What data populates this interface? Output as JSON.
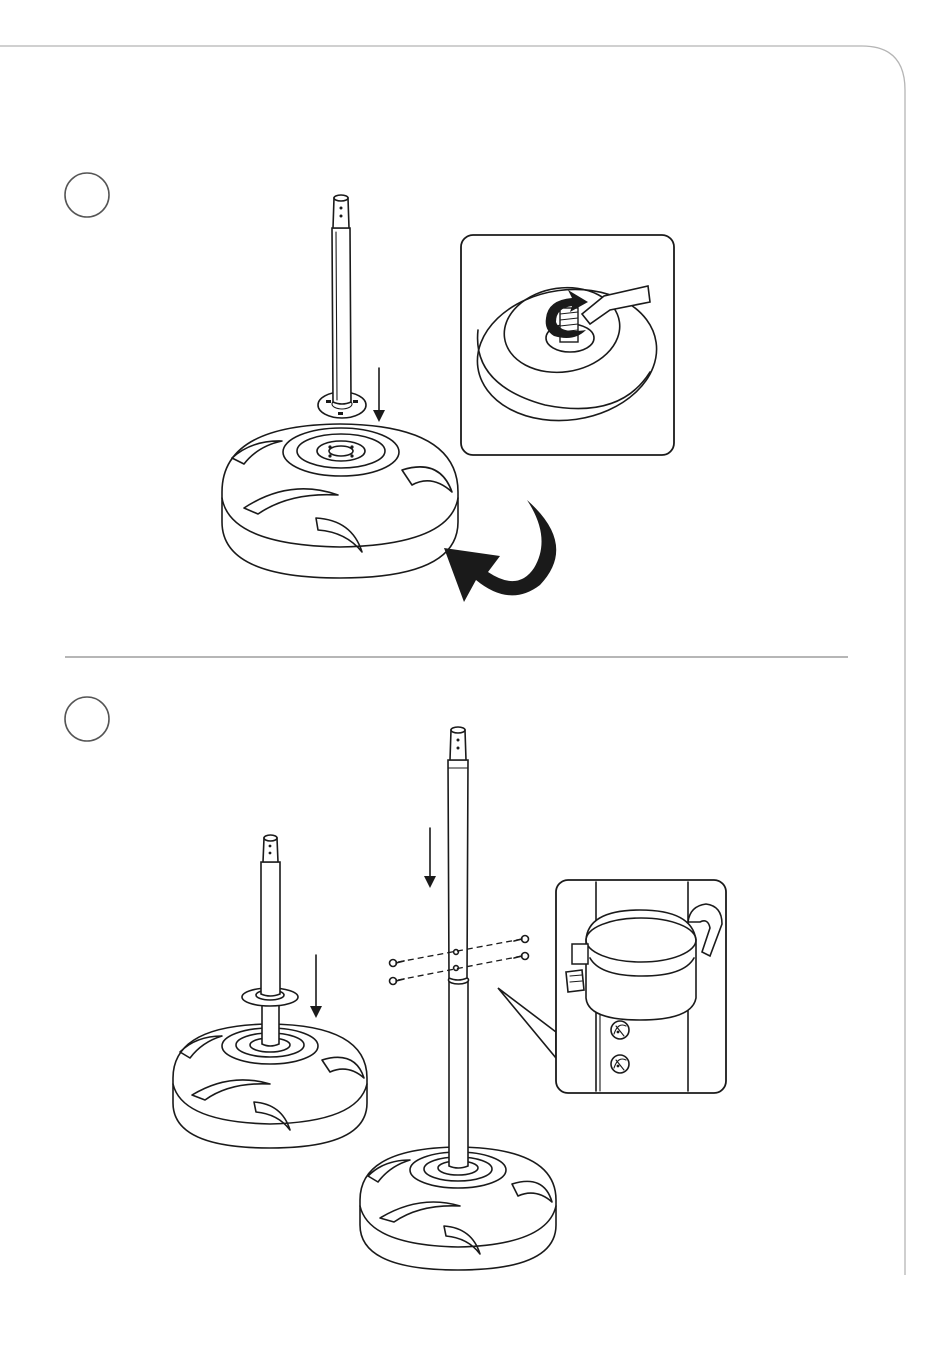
{
  "page": {
    "background": "#ffffff",
    "frame_color": "#b5b5b5",
    "line_color": "#1a1a1a"
  },
  "steps": [
    {
      "marker": "",
      "icon": "step-circle-icon"
    },
    {
      "marker": "",
      "icon": "step-circle-icon"
    }
  ],
  "illustrations": {
    "step1": [
      "pole-insert-illustration",
      "base-flip-arrow-icon",
      "base-underside-bolt-inset"
    ],
    "step2": [
      "collar-slide-illustration",
      "extension-pole-illustration",
      "screw-detail-inset"
    ]
  }
}
